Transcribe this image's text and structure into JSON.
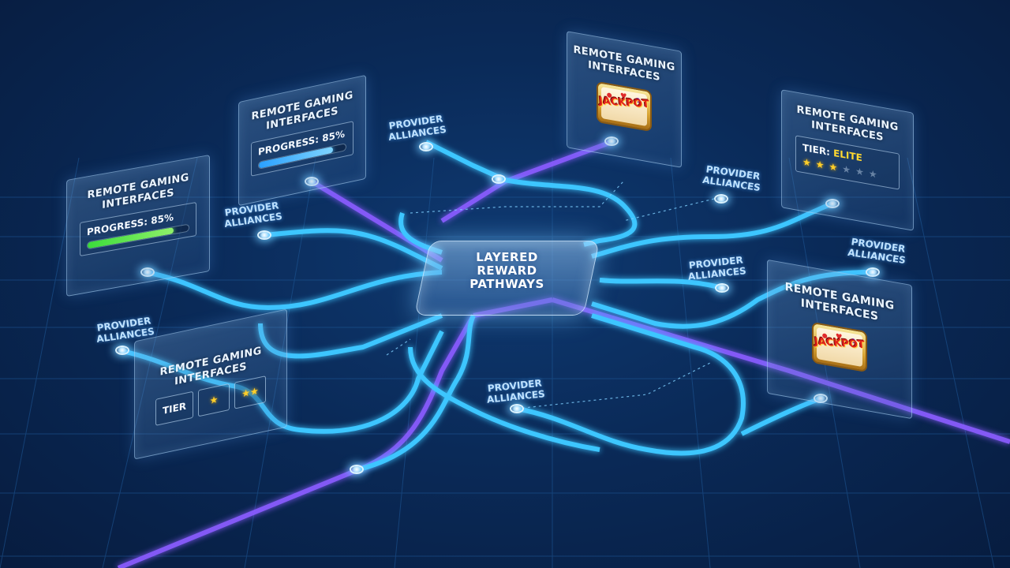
{
  "hub": {
    "title": "LAYERED\nREWARD\nPATHWAYS"
  },
  "remote_gaming_panels": [
    {
      "title": "REMOTE GAMING\nINTERFACES",
      "widget": "progress",
      "progress_label": "PROGRESS: 85%",
      "progress_value": 0.85,
      "bar_color": "#46e04a"
    },
    {
      "title": "REMOTE GAMING\nINTERFACES",
      "widget": "progress",
      "progress_label": "PROGRESS: 85%",
      "progress_value": 0.85,
      "bar_color": "#3fb4ff"
    },
    {
      "title": "REMOTE GAMING\nINTERFACES",
      "widget": "slot",
      "slot_label": "JACKPOT"
    },
    {
      "title": "REMOTE GAMING\nINTERFACES",
      "widget": "tier",
      "tier_prefix": "TIER: ",
      "tier_value": "ELITE",
      "stars": 3,
      "star_slots": 6
    },
    {
      "title": "REMOTE GAMING\nINTERFACES",
      "widget": "slot",
      "slot_label": "JACKPOT"
    },
    {
      "title": "REMOTE GAMING\nINTERFACES",
      "widget": "tier-cells",
      "tier_label": "TIER",
      "cell_1_stars": 1,
      "cell_2_stars": 2
    }
  ],
  "provider_alliances": [
    {
      "label": "PROVIDER\nALLIANCES"
    },
    {
      "label": "PROVIDER\nALLIANCES"
    },
    {
      "label": "PROVIDER\nALLIANCES"
    },
    {
      "label": "PROVIDER\nALLIANCES"
    },
    {
      "label": "PROVIDER\nALLIANCES"
    },
    {
      "label": "PROVIDER\nALLIANCES"
    },
    {
      "label": "PROVIDER\nALLIANCES"
    }
  ],
  "colors": {
    "background": "#0a2a58",
    "path_blue": "#3cc6ff",
    "path_purple": "#8a5cff",
    "grid": "#1f5a9a",
    "accent_gold": "#ffcf2a"
  },
  "icons": [
    "star-icon",
    "slot-machine-icon",
    "cherry-icon",
    "heart-icon"
  ]
}
